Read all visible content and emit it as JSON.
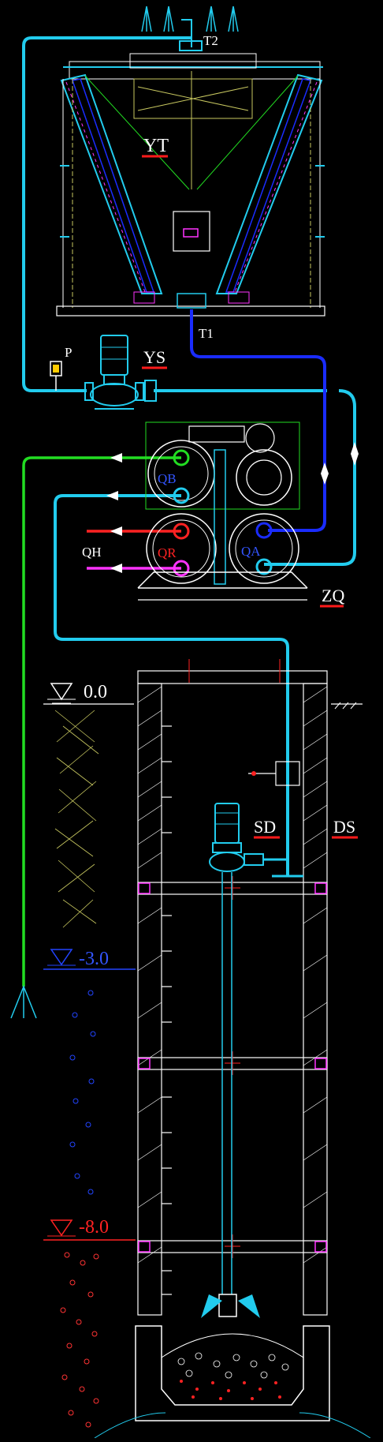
{
  "labels": {
    "t2": "T2",
    "t1": "T1",
    "yt": "YT",
    "p": "P",
    "ys": "YS",
    "qb": "QB",
    "qr": "QR",
    "qa": "QA",
    "qh": "QH",
    "zq": "ZQ",
    "sd": "SD",
    "ds": "DS"
  },
  "levels": {
    "ground": "0.0",
    "mid": "-3.0",
    "deep": "-8.0"
  },
  "colors": {
    "background": "#000000",
    "pipe_cyan": "#22ccee",
    "pipe_blue": "#1a2cff",
    "pipe_green": "#22dd22",
    "pipe_red": "#ff2222",
    "pipe_magenta": "#ff33ff",
    "underline_red": "#ff1a1a",
    "structure_white": "#ffffff",
    "water_blue": "#2244ff",
    "soil_red": "#ff3333"
  }
}
